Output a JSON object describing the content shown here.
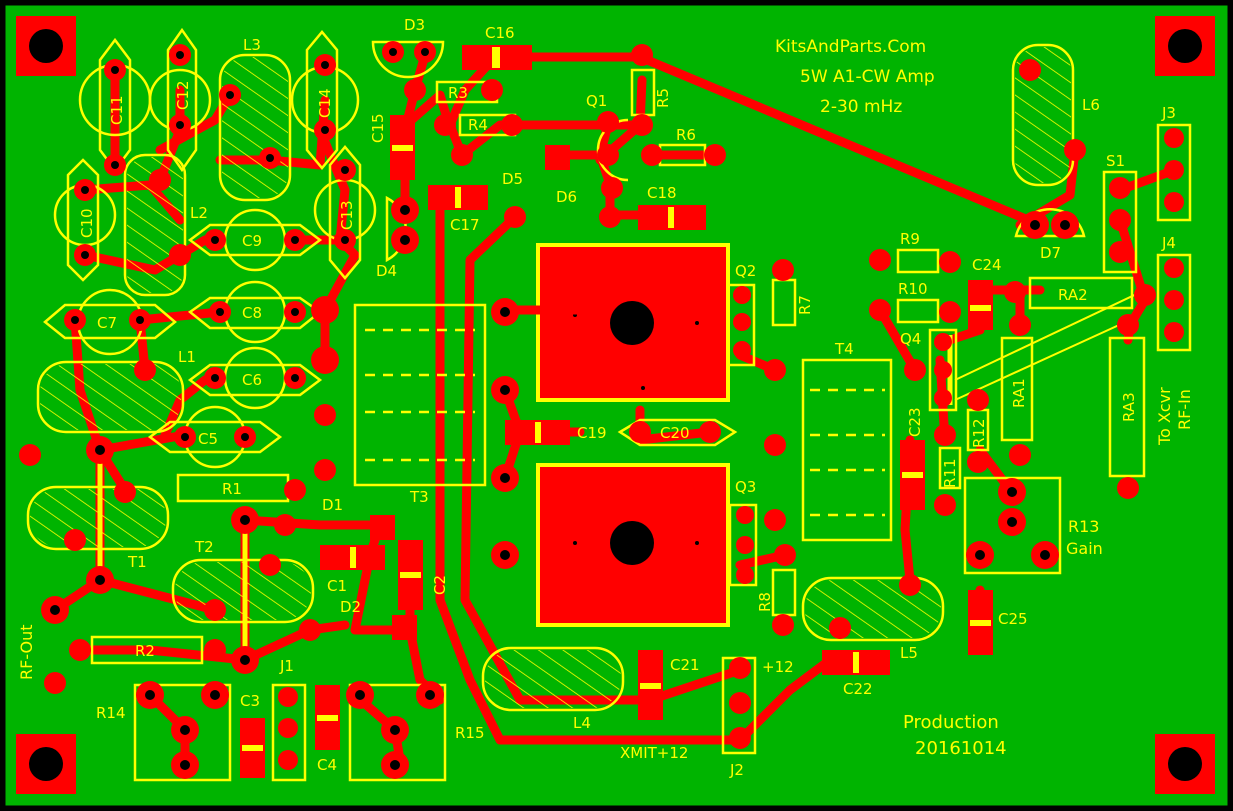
{
  "colors": {
    "board": "#00b400",
    "copper": "#ff0000",
    "silk": "#ffff00",
    "hole": "#000000",
    "border": "#000000"
  },
  "title": {
    "line1": "KitsAndParts.Com",
    "line2": "5W A1-CW Amp",
    "line3": "2-30 mHz"
  },
  "production": {
    "label": "Production",
    "date": "20161014"
  },
  "labels": {
    "D3": "D3",
    "C16": "C16",
    "L3": "L3",
    "C11": "C11",
    "C12": "C12",
    "C14": "C14",
    "R3": "R3",
    "R4": "R4",
    "R5": "R5",
    "Q1": "Q1",
    "R6": "R6",
    "C15": "C15",
    "D5": "D5",
    "D6": "D6",
    "C18": "C18",
    "C17": "C17",
    "C13": "C13",
    "D4": "D4",
    "L2": "L2",
    "C10": "C10",
    "C9": "C9",
    "C8": "C8",
    "C7": "C7",
    "L1": "L1",
    "C6": "C6",
    "C5": "C5",
    "T3": "T3",
    "Q2": "Q2",
    "R7": "R7",
    "T4": "T4",
    "C19": "C19",
    "C20": "C20",
    "Q3": "Q3",
    "R8": "R8",
    "L5": "L5",
    "C22": "C22",
    "C21": "C21",
    "L4": "L4",
    "J2": "J2",
    "plus12": "+12",
    "xmit12": "XMIT+12",
    "R1": "R1",
    "D1": "D1",
    "T1": "T1",
    "T2": "T2",
    "C1": "C1",
    "C2": "C2",
    "D2": "D2",
    "R2": "R2",
    "J1": "J1",
    "C3": "C3",
    "C4": "C4",
    "R14": "R14",
    "R15": "R15",
    "rfout": "RF-Out",
    "L6": "L6",
    "J3": "J3",
    "S1": "S1",
    "D7": "D7",
    "J4": "J4",
    "R9": "R9",
    "C24": "C24",
    "R10": "R10",
    "RA2": "RA2",
    "Q4": "Q4",
    "RA1": "RA1",
    "RA3": "RA3",
    "C23": "C23",
    "R11": "R11",
    "R12": "R12",
    "R13": "R13",
    "gain": "Gain",
    "C25": "C25",
    "xcvr1": "To Xcvr",
    "xcvr2": "RF-In"
  }
}
